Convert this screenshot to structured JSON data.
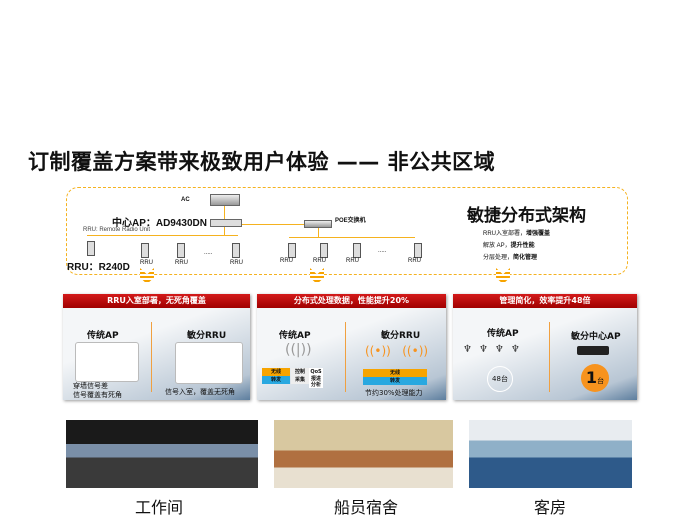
{
  "title": "订制覆盖方案带来极致用户体验 —— 非公共区域",
  "arch": {
    "ac_label": "AC",
    "central_ap": "中心AP：AD9430DN",
    "rru_note": "RRU: Remote Radio Unit",
    "rru_model": "RRU：R240D",
    "poe_label": "POE交换机",
    "rru_label": "RRU",
    "ellipsis": ".....",
    "heading": "敏捷分布式架构",
    "points": [
      {
        "normal": "RRU入室部署，",
        "bold": "增强覆盖"
      },
      {
        "normal": "解放 AP，",
        "bold": "提升性能"
      },
      {
        "normal": "分层处理，",
        "bold": "简化管理"
      }
    ]
  },
  "panels": [
    {
      "header": "RRU入室部署，无死角覆盖",
      "left_title": "传统AP",
      "right_title": "敏分RRU",
      "left_caption": "穿墙信号差\n信号覆盖有死角",
      "right_caption": "信号入室，覆盖无死角"
    },
    {
      "header": "分布式处理数据，性能提升20%",
      "left_title": "传统AP",
      "right_title": "敏分RRU",
      "wireless": "无线",
      "forward": "转发",
      "control": "控制",
      "qos": "QoS",
      "collect": "采集",
      "misc": "报进分析",
      "right_caption": "节约30%处理能力"
    },
    {
      "header": "管理简化，效率提升48倍",
      "left_title": "传统AP",
      "right_title": "敏分中心AP",
      "left_count": "48台",
      "right_count_num": "1",
      "right_count_unit": "台"
    }
  ],
  "photos": [
    {
      "caption": "工作间"
    },
    {
      "caption": "船员宿舍"
    },
    {
      "caption": "客房"
    }
  ],
  "colors": {
    "accent": "#f5b21f",
    "header_red": "#c00000",
    "orange": "#f7931e",
    "blue": "#29a8e0"
  }
}
